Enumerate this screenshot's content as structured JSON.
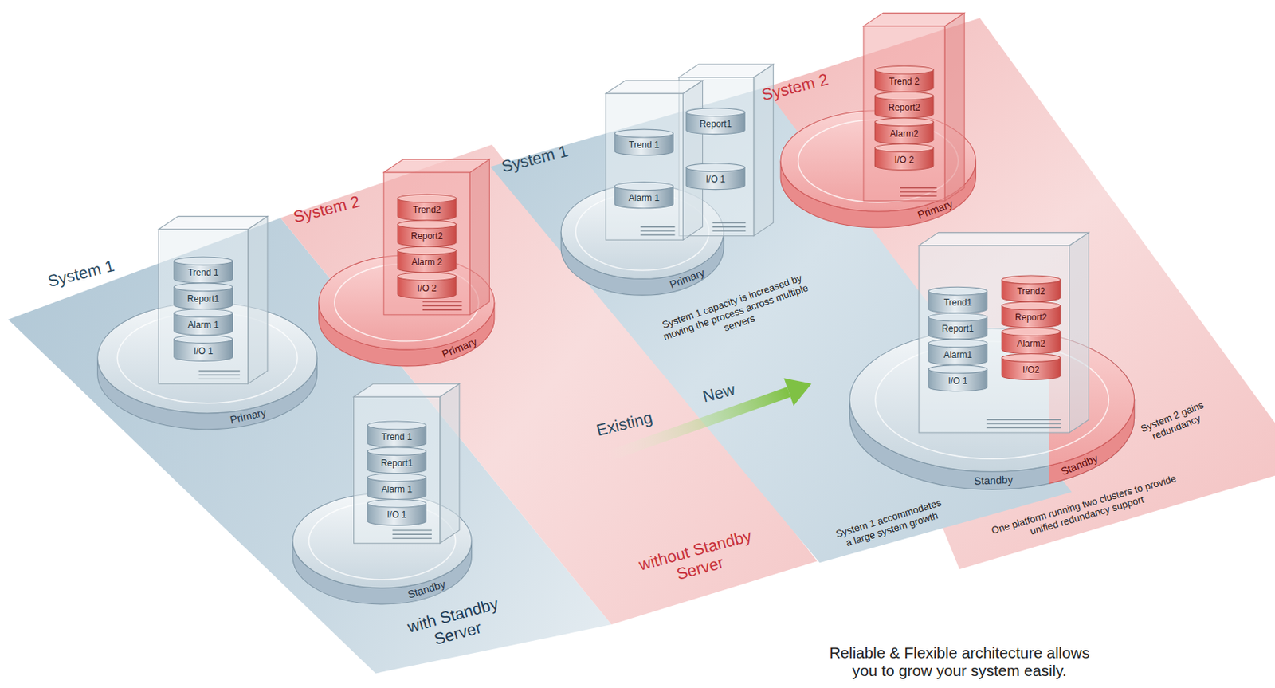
{
  "diagram": {
    "caption": "Reliable & Flexible architecture allows you to grow your system easily.",
    "nodes": [
      {
        "text": [
          "Primary"
        ]
      },
      {
        "text": [
          "Trend 1"
        ],
        "in": 0
      },
      {
        "text": [
          "Report1"
        ],
        "in": 0
      },
      {
        "text": [
          "Alarm 1"
        ],
        "in": 0
      },
      {
        "text": [
          "I/O 1"
        ],
        "in": 0
      },
      {
        "text": [
          "Primary"
        ]
      },
      {
        "text": [
          "Trend2"
        ],
        "in": 5
      },
      {
        "text": [
          "Report2"
        ],
        "in": 5
      },
      {
        "text": [
          "Alarm 2"
        ],
        "in": 5
      },
      {
        "text": [
          "I/O 2"
        ],
        "in": 5
      },
      {
        "text": [
          "Standby"
        ]
      },
      {
        "text": [
          "Trend 1"
        ],
        "in": 10
      },
      {
        "text": [
          "Report1"
        ],
        "in": 10
      },
      {
        "text": [
          "Alarm 1"
        ],
        "in": 10
      },
      {
        "text": [
          "I/O 1"
        ],
        "in": 10
      },
      {
        "text": [
          "Primary"
        ]
      },
      {
        "text": [
          "Trend 1"
        ],
        "in": 15
      },
      {
        "text": [
          "Alarm 1"
        ],
        "in": 15
      },
      {
        "text": [
          "Report1"
        ],
        "in": 15
      },
      {
        "text": [
          "I/O 1"
        ],
        "in": 15
      },
      {
        "text": [
          "Primary"
        ]
      },
      {
        "text": [
          "Trend 2"
        ],
        "in": 20
      },
      {
        "text": [
          "Report2"
        ],
        "in": 20
      },
      {
        "text": [
          "Alarm2"
        ],
        "in": 20
      },
      {
        "text": [
          "I/O 2"
        ],
        "in": 20
      },
      {
        "text": [
          "Standby",
          "Standby"
        ]
      },
      {
        "text": [
          "Trend1"
        ],
        "in": 25
      },
      {
        "text": [
          "Report1"
        ],
        "in": 25
      },
      {
        "text": [
          "Alarm1"
        ],
        "in": 25
      },
      {
        "text": [
          "I/O 1"
        ],
        "in": 25
      },
      {
        "text": [
          "Trend2"
        ],
        "in": 25
      },
      {
        "text": [
          "Report2"
        ],
        "in": 25
      },
      {
        "text": [
          "Alarm2"
        ],
        "in": 25
      },
      {
        "text": [
          "I/O2"
        ],
        "in": 25
      }
    ],
    "labels": [
      "System 1",
      "System 2",
      "with Standby Server",
      "without Standby Server",
      "Existing",
      "New",
      "System 1",
      "System 2",
      "System 1 capacity is increased by moving the process across multiple servers",
      "System 1 accommodates a large system growth",
      "System 2 gains redundancy",
      "One platform running two clusters to provide unified redundancy support"
    ]
  }
}
